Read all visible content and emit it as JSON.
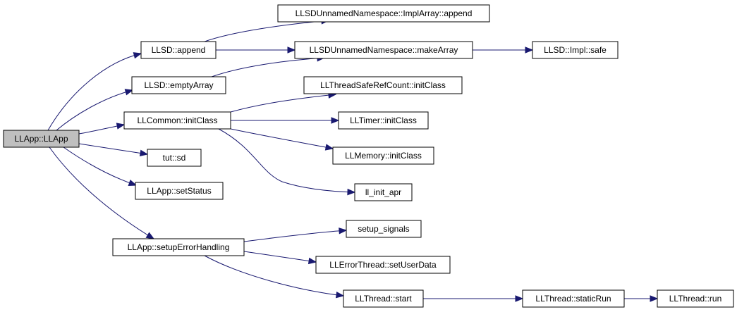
{
  "graph": {
    "nodes": [
      {
        "id": "llapp",
        "label": "LLApp::LLApp",
        "root": true
      },
      {
        "id": "llsd_append",
        "label": "LLSD::append"
      },
      {
        "id": "llsd_emptyarray",
        "label": "LLSD::emptyArray"
      },
      {
        "id": "llcommon_initclass",
        "label": "LLCommon::initClass"
      },
      {
        "id": "tut_sd",
        "label": "tut::sd"
      },
      {
        "id": "llapp_setstatus",
        "label": "LLApp::setStatus"
      },
      {
        "id": "llapp_setuperrorhandling",
        "label": "LLApp::setupErrorHandling"
      },
      {
        "id": "implarray_append",
        "label": "LLSDUnnamedNamespace::ImplArray::append"
      },
      {
        "id": "makearray",
        "label": "LLSDUnnamedNamespace::makeArray"
      },
      {
        "id": "llsd_impl_safe",
        "label": "LLSD::Impl::safe"
      },
      {
        "id": "llthreadsaferefcount_initclass",
        "label": "LLThreadSafeRefCount::initClass"
      },
      {
        "id": "lltimer_initclass",
        "label": "LLTimer::initClass"
      },
      {
        "id": "llmemory_initclass",
        "label": "LLMemory::initClass"
      },
      {
        "id": "ll_init_apr",
        "label": "ll_init_apr"
      },
      {
        "id": "setup_signals",
        "label": "setup_signals"
      },
      {
        "id": "llerrorthread_setuserdata",
        "label": "LLErrorThread::setUserData"
      },
      {
        "id": "llthread_start",
        "label": "LLThread::start"
      },
      {
        "id": "llthread_staticrun",
        "label": "LLThread::staticRun"
      },
      {
        "id": "llthread_run",
        "label": "LLThread::run"
      }
    ],
    "edges": [
      [
        "llapp",
        "llsd_append"
      ],
      [
        "llapp",
        "llsd_emptyarray"
      ],
      [
        "llapp",
        "llcommon_initclass"
      ],
      [
        "llapp",
        "tut_sd"
      ],
      [
        "llapp",
        "llapp_setstatus"
      ],
      [
        "llapp",
        "llapp_setuperrorhandling"
      ],
      [
        "llsd_append",
        "implarray_append"
      ],
      [
        "llsd_append",
        "makearray"
      ],
      [
        "llsd_emptyarray",
        "makearray"
      ],
      [
        "makearray",
        "llsd_impl_safe"
      ],
      [
        "llcommon_initclass",
        "llthreadsaferefcount_initclass"
      ],
      [
        "llcommon_initclass",
        "lltimer_initclass"
      ],
      [
        "llcommon_initclass",
        "llmemory_initclass"
      ],
      [
        "llcommon_initclass",
        "ll_init_apr"
      ],
      [
        "llapp_setuperrorhandling",
        "setup_signals"
      ],
      [
        "llapp_setuperrorhandling",
        "llerrorthread_setuserdata"
      ],
      [
        "llapp_setuperrorhandling",
        "llthread_start"
      ],
      [
        "llthread_start",
        "llthread_staticrun"
      ],
      [
        "llthread_staticrun",
        "llthread_run"
      ]
    ],
    "colors": {
      "edge": "#191970",
      "root_fill": "#bfbfbf",
      "node_fill": "#ffffff",
      "node_border": "#000000"
    }
  }
}
